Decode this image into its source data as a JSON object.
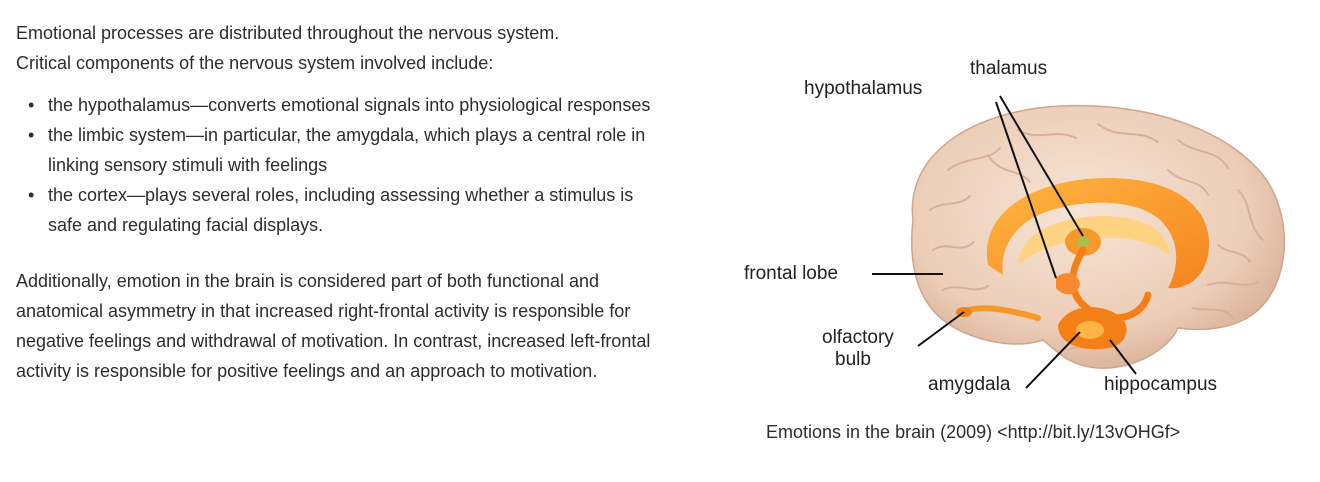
{
  "intro": {
    "line1": "Emotional processes are distributed throughout the nervous system.",
    "line2": "Critical components of the nervous system involved include:"
  },
  "bullets": [
    "the hypothalamus—converts emotional signals into physiological responses",
    "the limbic system—in particular, the amygdala, which plays a central role in linking sensory stimuli with feelings",
    "the cortex—plays several roles, including assessing whether a stimulus is safe and regulating facial displays."
  ],
  "paragraph2": "Additionally, emotion in the brain is considered part of both functional and anatomical asymmetry in that increased right-frontal activity is responsible for negative feelings and withdrawal of motivation. In contrast, increased left-frontal activity is responsible for positive feelings and an approach to motivation.",
  "figure": {
    "labels": {
      "thalamus": "thalamus",
      "hypothalamus": "hypothalamus",
      "frontal_lobe": "frontal lobe",
      "olfactory_bulb_1": "olfactory",
      "olfactory_bulb_2": "bulb",
      "amygdala": "amygdala",
      "hippocampus": "hippocampus"
    },
    "colors": {
      "brain": "#f0d7c4",
      "brain_shadow": "#d9b39c",
      "limbic": "#f7951f",
      "limbic_light": "#ffc04a"
    },
    "caption": "Emotions in the brain (2009) <http://bit.ly/13vOHGf>"
  }
}
